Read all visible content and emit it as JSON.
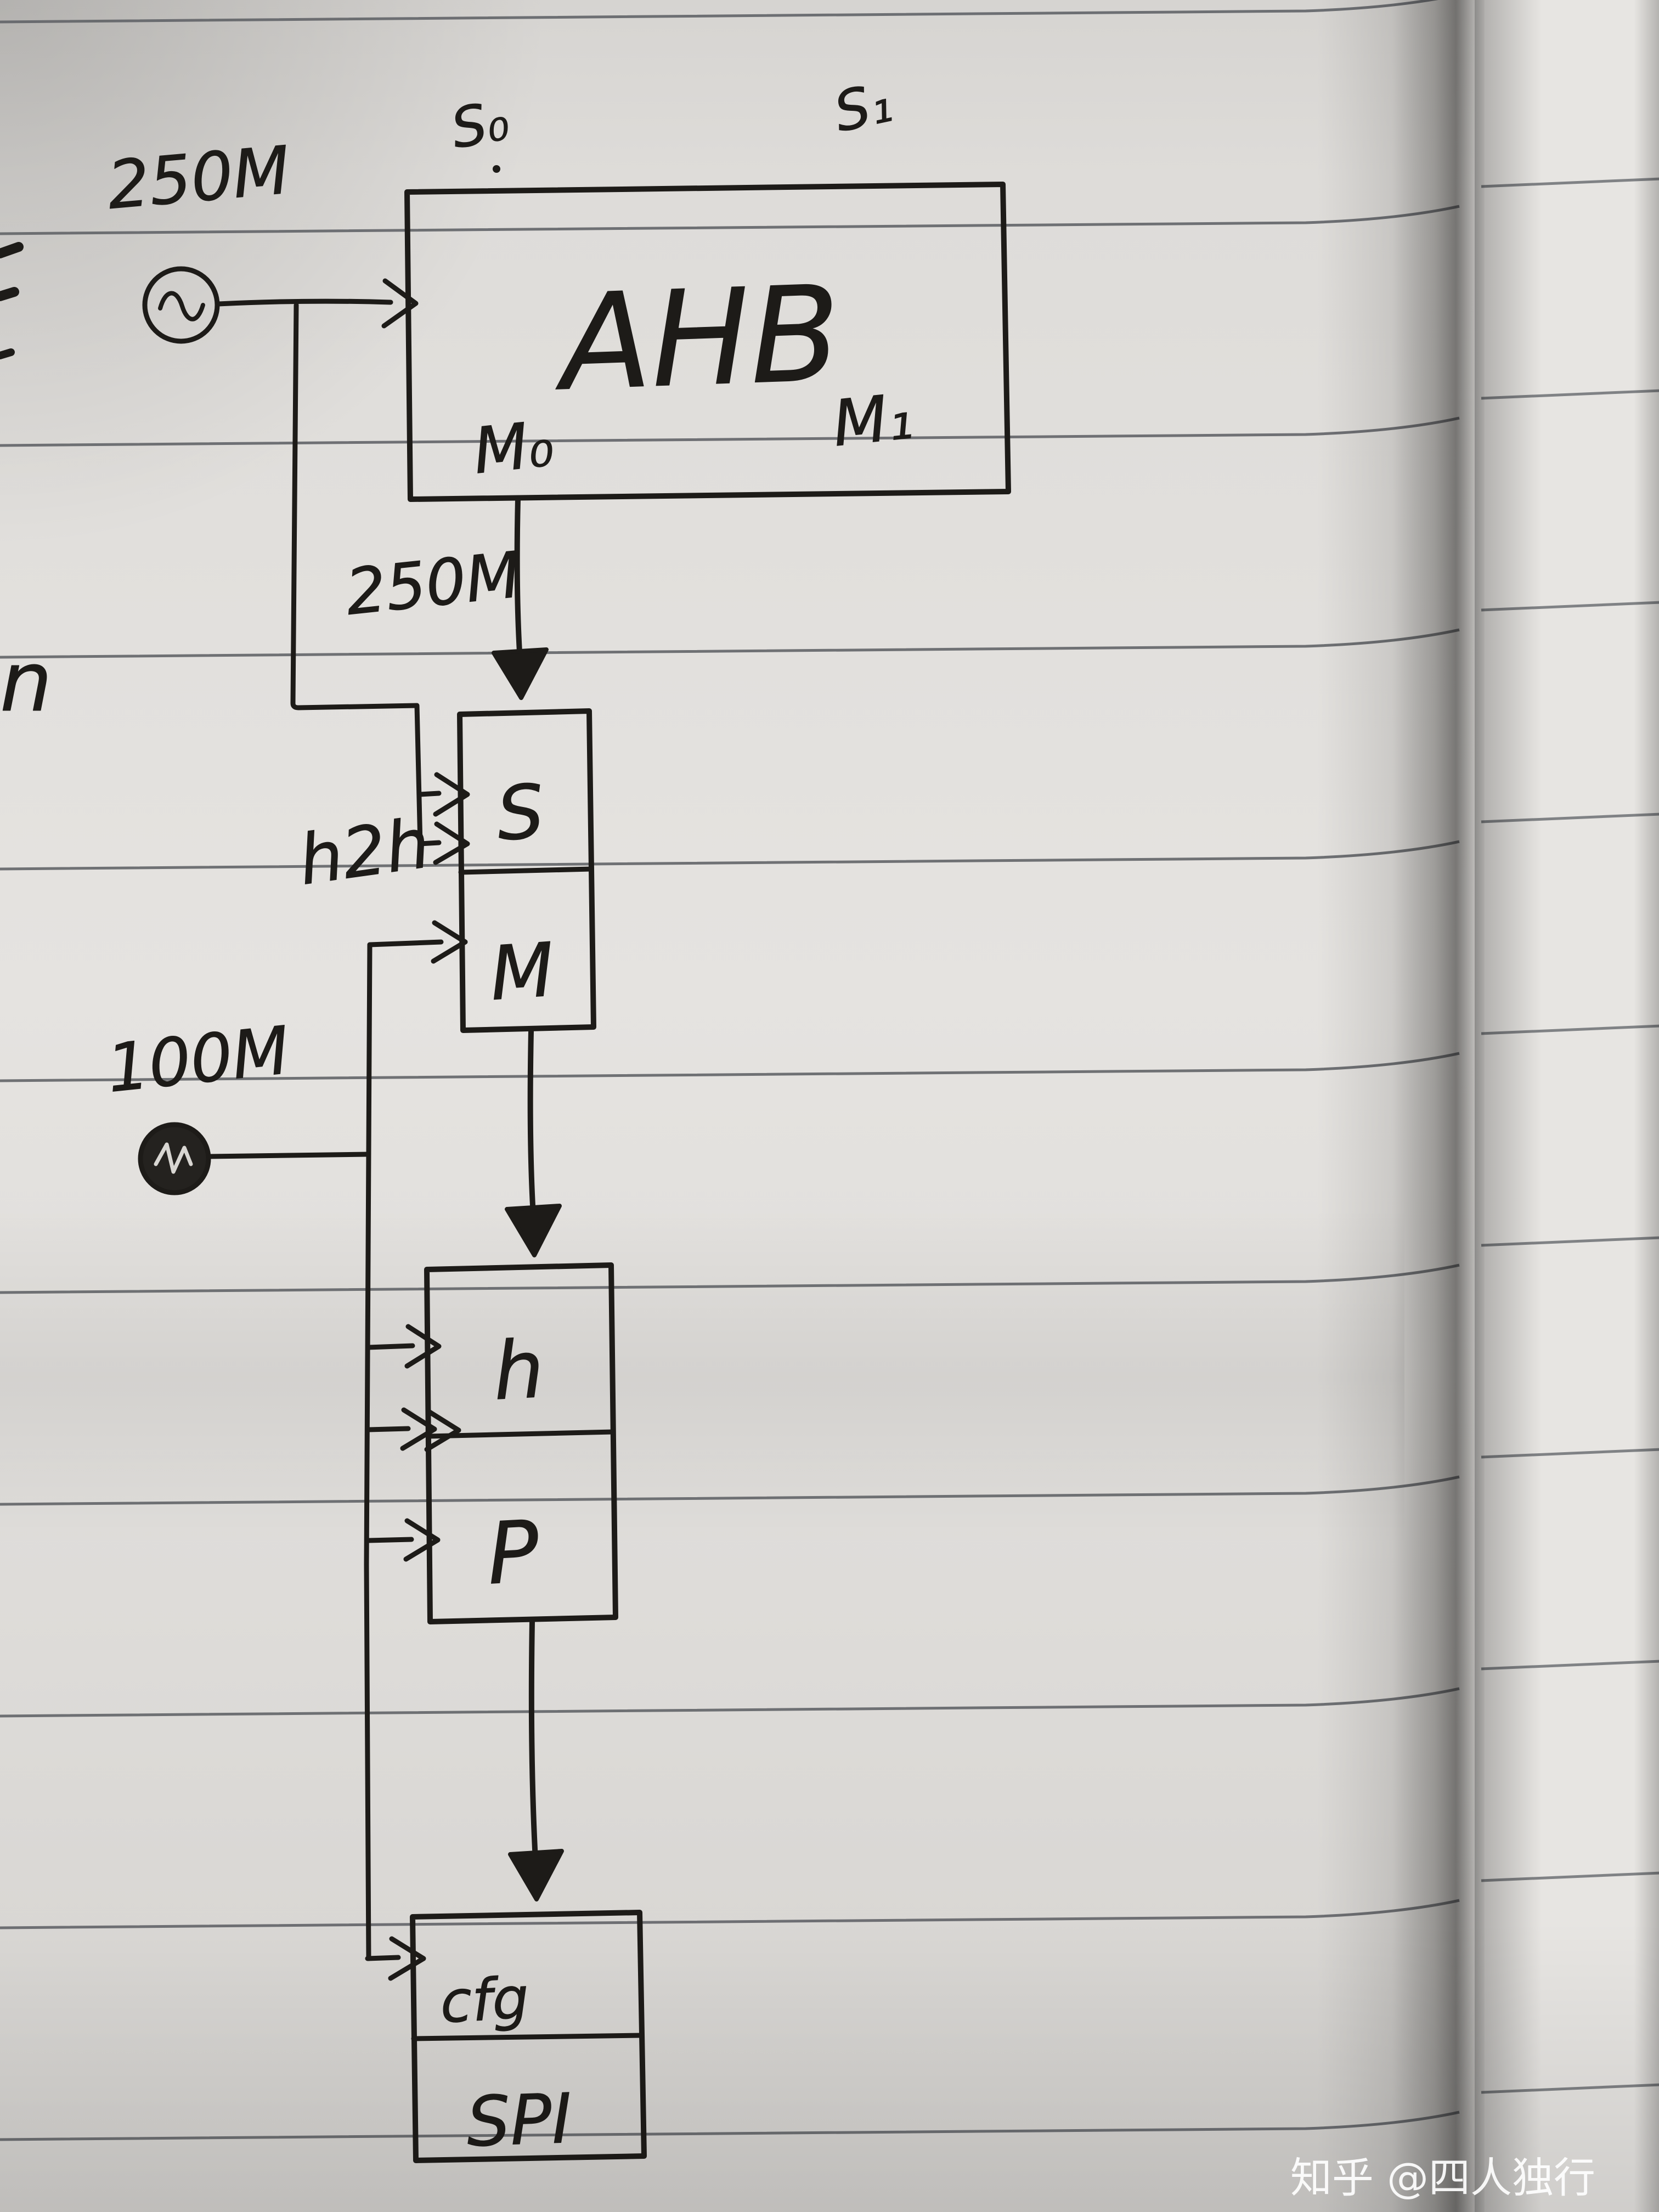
{
  "diagram": {
    "clock_250m_label": "250M",
    "bus_250m_label": "250M",
    "clock_100m_label": "100M",
    "ahb": {
      "label": "AHB",
      "port_s0": "S₀",
      "port_s1": "S₁",
      "port_m0": "M₀",
      "port_m1": "M₁"
    },
    "h2h_bridge": {
      "label": "h2h",
      "slave_port": "S",
      "master_port": "M"
    },
    "h2p_bridge": {
      "ahb_port": "h",
      "apb_port": "P"
    },
    "spi": {
      "cfg_port": "cfg",
      "label": "SPI"
    },
    "stray_letter": "n"
  },
  "watermark": {
    "text": "知乎 @四人独行"
  },
  "colors": {
    "ink": "#1d1b18",
    "paper": "#e2e0dd",
    "rule_line": "#5e6165",
    "watermark": "#ffffff"
  }
}
